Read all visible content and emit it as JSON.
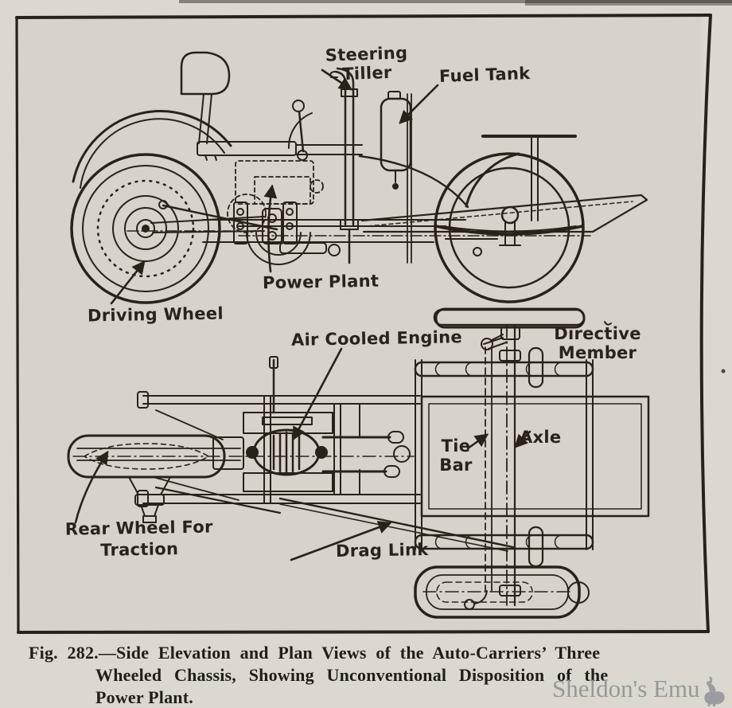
{
  "colors": {
    "paper_margin": "#dcd8d0",
    "paper_inside": "#d7d2ca",
    "ink": "#292218",
    "watermark": "#96989b"
  },
  "figure": {
    "labels": {
      "steering_tiller": "Steering\nTiller",
      "fuel_tank": "Fuel Tank",
      "power_plant": "Power Plant",
      "driving_wheel": "Driving Wheel",
      "air_cooled_engine": "Air Cooled Engine",
      "directive_member": "Directive\nMember",
      "tie_bar": "Tie\nBar",
      "axle": "Axle",
      "rear_wheel_for_traction": "Rear Wheel For\nTraction",
      "drag_link": "Drag Link"
    }
  },
  "caption": {
    "line1": "Fig. 282.—Side Elevation and Plan Views of the Auto-Carriers’ Three",
    "line2": "Wheeled Chassis, Showing Unconventional Disposition of the",
    "line3": "Power Plant."
  },
  "watermark": {
    "text": "Sheldon's Emu"
  }
}
